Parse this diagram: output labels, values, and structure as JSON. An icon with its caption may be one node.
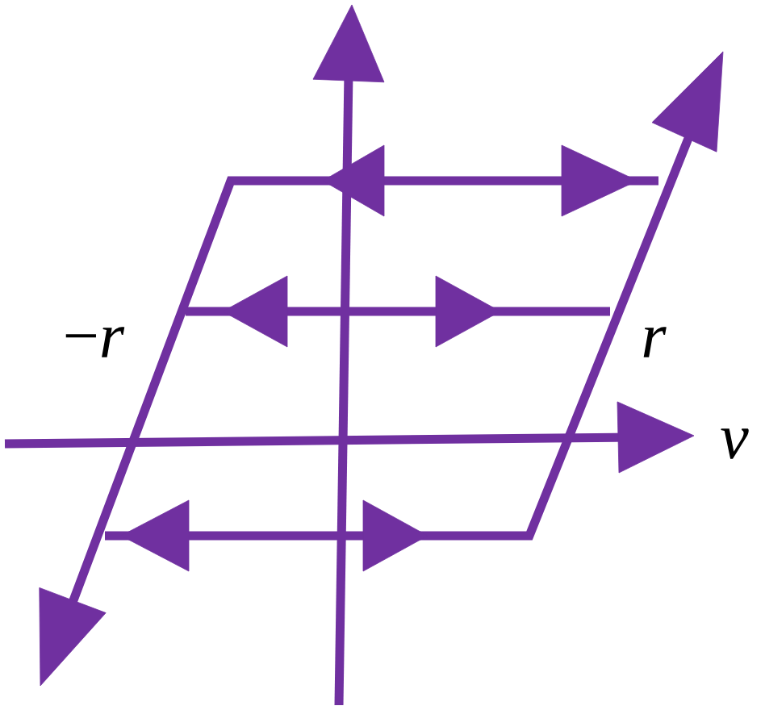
{
  "diagram": {
    "labels": [
      "−*r*",
      "r",
      "v"
    ]
  }
}
